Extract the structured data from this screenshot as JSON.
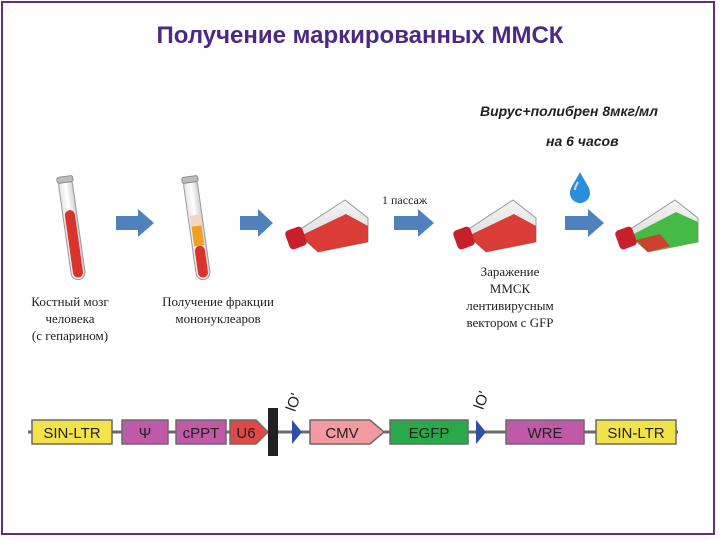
{
  "title": "Получение маркированных ММСК",
  "virus_note": {
    "line1": "Вирус+полибрен 8мкг/мл",
    "line2": "на 6 часов"
  },
  "passage_label": "1 пассаж",
  "captions": {
    "bone_marrow": [
      "Костный мозг",
      "человека",
      "(с гепарином)"
    ],
    "fraction": [
      "Получение фракции",
      "мононуклеаров"
    ],
    "infection": [
      "Заражение",
      "ММСК",
      "лентивирусным",
      "вектором с GFP"
    ]
  },
  "vector": {
    "elements": [
      "SIN-LTR",
      "Ψ",
      "cPPT",
      "U6",
      "CMV",
      "EGFP",
      "WRE",
      "SIN-LTR"
    ],
    "promoter_marks": [
      "lO'",
      "lO'"
    ]
  },
  "colors": {
    "title": "#4b2a84",
    "frame": "#6a2c70",
    "arrow": "#4f81bd",
    "blood": "#d9342b",
    "mononuclear": "#f0a020",
    "gfp": "#3cb83c",
    "drop": "#2a8fd8",
    "ltr": "#f3e24a",
    "psi": "#c05aa8",
    "cppt": "#c05aa8",
    "u6": "#e04848",
    "cmv": "#f29aa0",
    "egfp": "#2aa84a",
    "wre": "#c05aa8"
  }
}
